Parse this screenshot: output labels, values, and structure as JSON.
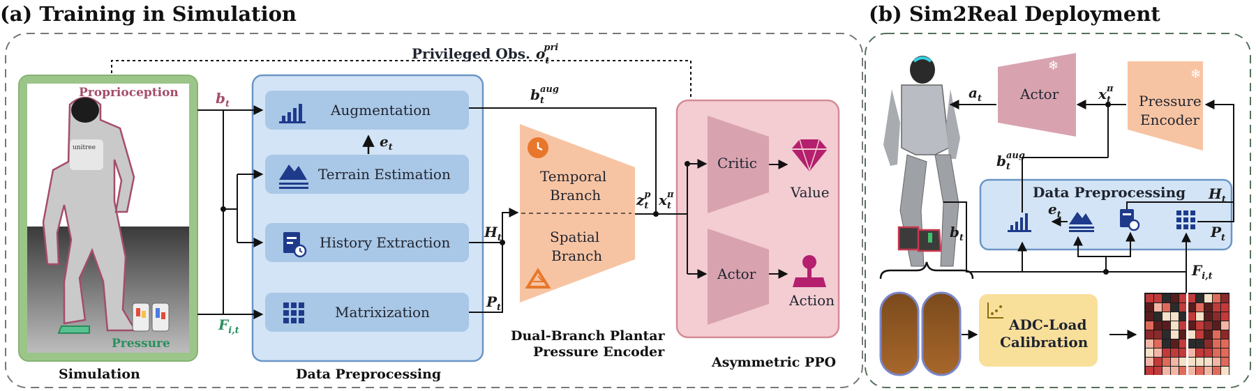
{
  "panel_a": {
    "title": "(a) Training in Simulation",
    "privileged": "Privileged Obs.",
    "privileged_sym": "o",
    "privileged_sub": "t",
    "privileged_sup": "pri",
    "simulation": {
      "caption": "Simulation",
      "proprioception": "Proprioception",
      "pressure": "Pressure",
      "robot_chest": "unitree"
    },
    "signals": {
      "b": "b",
      "b_sub": "t",
      "F": "F",
      "F_sub": "i,t",
      "e": "e",
      "e_sub": "t",
      "H": "H",
      "H_sub": "t",
      "P": "P",
      "P_sub": "t",
      "baug": "b",
      "baug_sub": "t",
      "baug_sup": "aug",
      "zp": "z",
      "zp_sub": "t",
      "zp_sup": "p",
      "xpi": "x",
      "xpi_sub": "t",
      "xpi_sup": "π"
    },
    "preprocessing": {
      "caption": "Data Preprocessing",
      "augmentation": "Augmentation",
      "terrain": "Terrain Estimation",
      "history": "History Extraction",
      "matrix": "Matrixization"
    },
    "encoder": {
      "caption_1": "Dual-Branch Plantar",
      "caption_2": "Pressure Encoder",
      "temporal_1": "Temporal",
      "temporal_2": "Branch",
      "spatial_1": "Spatial",
      "spatial_2": "Branch"
    },
    "ppo": {
      "caption": "Asymmetric PPO",
      "critic": "Critic",
      "actor": "Actor",
      "value": "Value",
      "action": "Action"
    }
  },
  "panel_b": {
    "title": "(b) Sim2Real Deployment",
    "actor": "Actor",
    "encoder_1": "Pressure",
    "encoder_2": "Encoder",
    "preprocessing": "Data Preprocessing",
    "calib_1": "ADC-Load",
    "calib_2": "Calibration",
    "a": "a",
    "a_sub": "t",
    "x": "x",
    "x_sub": "t",
    "x_sup": "π",
    "baug": "b",
    "baug_sub": "t",
    "baug_sup": "aug",
    "e": "e",
    "e_sub": "t",
    "H": "H",
    "H_sub": "t",
    "P": "P",
    "P_sub": "t",
    "b": "b",
    "b_sub": "t",
    "F": "F",
    "F_sub": "i,t"
  },
  "colors": {
    "sim_green": "#9cc58a",
    "pre_blue_bg": "#d3e4f6",
    "pre_blue_item": "#a9c7e6",
    "pre_border": "#6b95c6",
    "encoder_orange": "#f7c4a3",
    "ppo_pink": "#f3cdd2",
    "ppo_border": "#d58a98",
    "trap_pink": "#d8a3af",
    "navy": "#1e3a8a",
    "calib_yellow": "#f8df9a",
    "value_magenta": "#b41f6e"
  }
}
